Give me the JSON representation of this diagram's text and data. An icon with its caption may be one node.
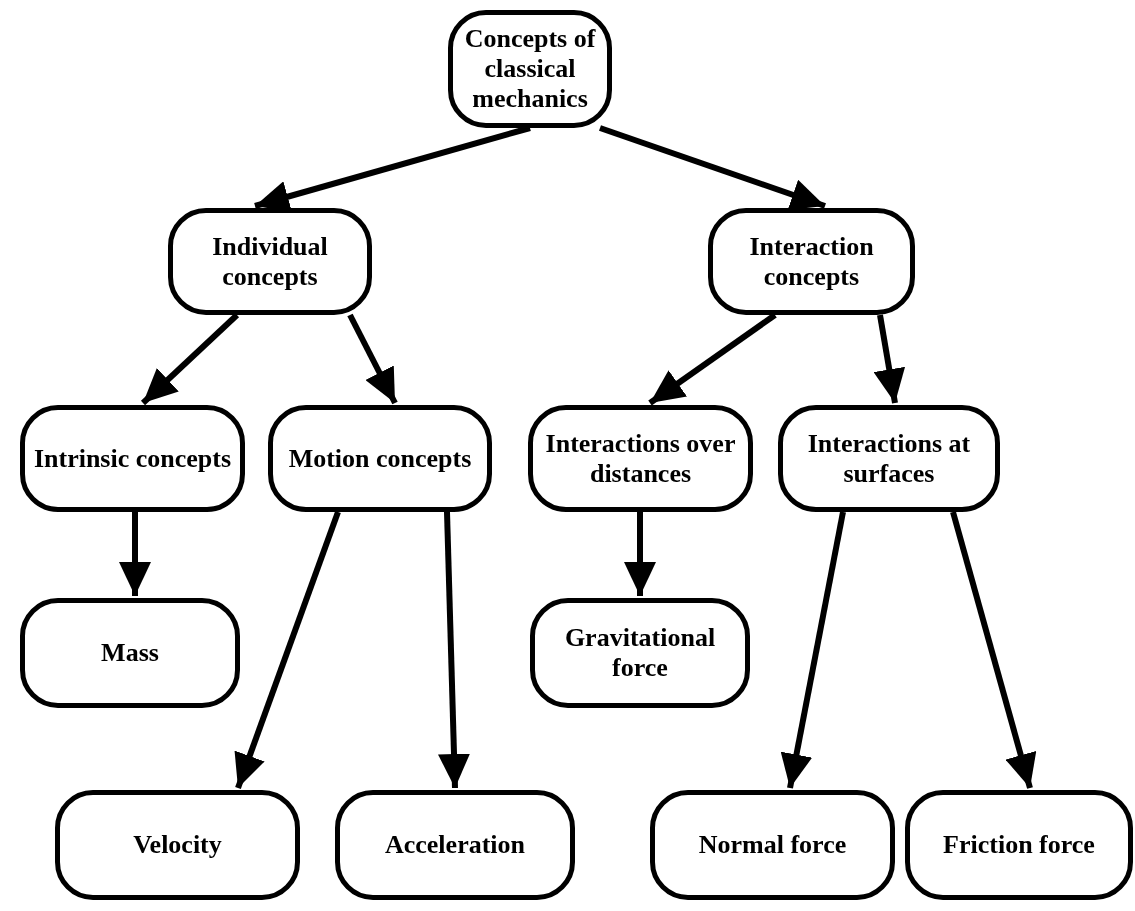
{
  "diagram": {
    "nodes": [
      {
        "text": [
          "Concepts of classical mechanics"
        ]
      },
      {
        "text": [
          "Individual concepts"
        ]
      },
      {
        "text": [
          "Interaction concepts"
        ]
      },
      {
        "text": [
          "Intrinsic concepts"
        ]
      },
      {
        "text": [
          "Motion concepts"
        ]
      },
      {
        "text": [
          "Interactions over distances"
        ]
      },
      {
        "text": [
          "Interactions at surfaces"
        ]
      },
      {
        "text": [
          "Mass"
        ]
      },
      {
        "text": [
          "Gravitational force"
        ]
      },
      {
        "text": [
          "Velocity"
        ]
      },
      {
        "text": [
          "Acceleration"
        ]
      },
      {
        "text": [
          "Normal force"
        ]
      },
      {
        "text": [
          "Friction force"
        ]
      }
    ],
    "edges": [
      {
        "from": 0,
        "to": 1,
        "arrow": "to"
      },
      {
        "from": 0,
        "to": 2,
        "arrow": "to"
      },
      {
        "from": 1,
        "to": 3,
        "arrow": "to"
      },
      {
        "from": 1,
        "to": 4,
        "arrow": "to"
      },
      {
        "from": 2,
        "to": 5,
        "arrow": "to"
      },
      {
        "from": 2,
        "to": 6,
        "arrow": "to"
      },
      {
        "from": 3,
        "to": 7,
        "arrow": "to"
      },
      {
        "from": 5,
        "to": 8,
        "arrow": "to"
      },
      {
        "from": 4,
        "to": 9,
        "arrow": "to"
      },
      {
        "from": 4,
        "to": 10,
        "arrow": "to"
      },
      {
        "from": 6,
        "to": 11,
        "arrow": "to"
      },
      {
        "from": 6,
        "to": 12,
        "arrow": "to"
      }
    ]
  }
}
